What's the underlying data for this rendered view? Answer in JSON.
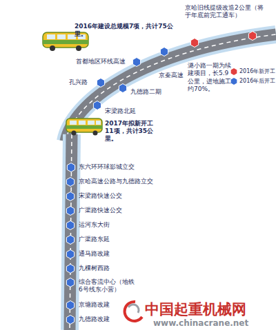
{
  "diagram": {
    "nodes": [
      {
        "text": [
          "宋梁路北延"
        ]
      },
      {
        "text": [
          "孔兴路"
        ]
      },
      {
        "text": [
          "九德路二期"
        ]
      },
      {
        "text": [
          "首都地区环线高速"
        ]
      },
      {
        "text": [
          "京秦高速"
        ]
      },
      {
        "text": [
          "潞小路一期为续建项目，长5.9公里，进地施工约70%。"
        ]
      },
      {
        "text": [
          "京哈旧线提级改造2公里（将于年底前完工通车）"
        ]
      },
      {
        "text": [
          "东六环环球影城立交"
        ]
      },
      {
        "text": [
          "京哈高速公路与九德路立交"
        ]
      },
      {
        "text": [
          "宋梁路快速公交"
        ]
      },
      {
        "text": [
          "广渠路快速公交"
        ]
      },
      {
        "text": [
          "运河东大街"
        ]
      },
      {
        "text": [
          "广渠路东延"
        ]
      },
      {
        "text": [
          "通马路改建"
        ]
      },
      {
        "text": [
          "九棵树西路"
        ]
      },
      {
        "text": [
          "综合客流中心（地铁6号线东小营）"
        ]
      },
      {
        "text": [
          "京塘路改建"
        ]
      },
      {
        "text": [
          "九德路改建"
        ]
      }
    ],
    "labels": [
      "2016年建设总规模7项，共计75公里。",
      "2017年拟新开工11项，共计35公里。",
      "中国起重机械网",
      "www.chinacrane.net"
    ],
    "legend": [
      {
        "text": "2016年新开工",
        "color": "#e2403f"
      },
      {
        "text": "2016年后开工",
        "color": "#3b6fd4"
      }
    ]
  }
}
